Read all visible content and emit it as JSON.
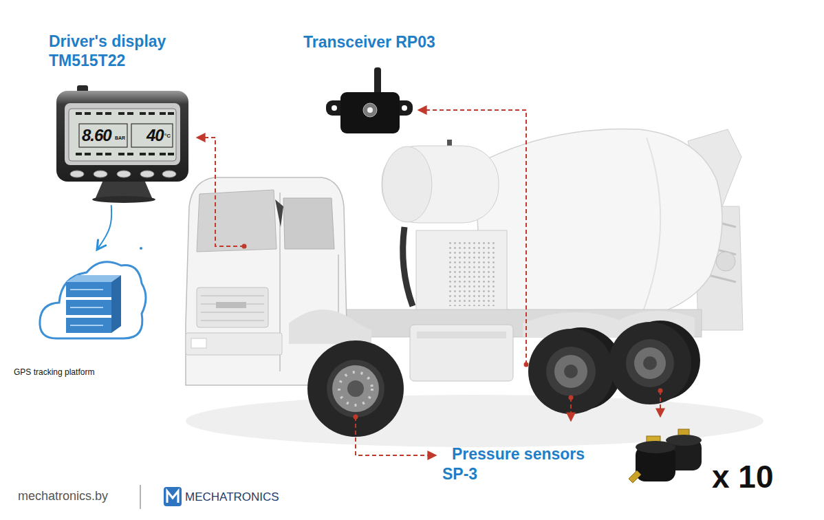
{
  "diagram": {
    "nodes": [
      {
        "text": [
          "Driver's display",
          "TM515T22"
        ]
      },
      {
        "text": [
          "Transceiver RP03"
        ]
      },
      {
        "text": [
          "GPS tracking platform"
        ]
      },
      {
        "text": [
          "Pressure sensors",
          "SP-3"
        ]
      }
    ],
    "edges": [
      {
        "from": 0,
        "to": 2,
        "arrow": "to"
      }
    ],
    "labels": [
      "8.60",
      "BAR",
      "40",
      "°C",
      "x 10",
      "mechatronics.by",
      "MECHATRONICS"
    ]
  }
}
